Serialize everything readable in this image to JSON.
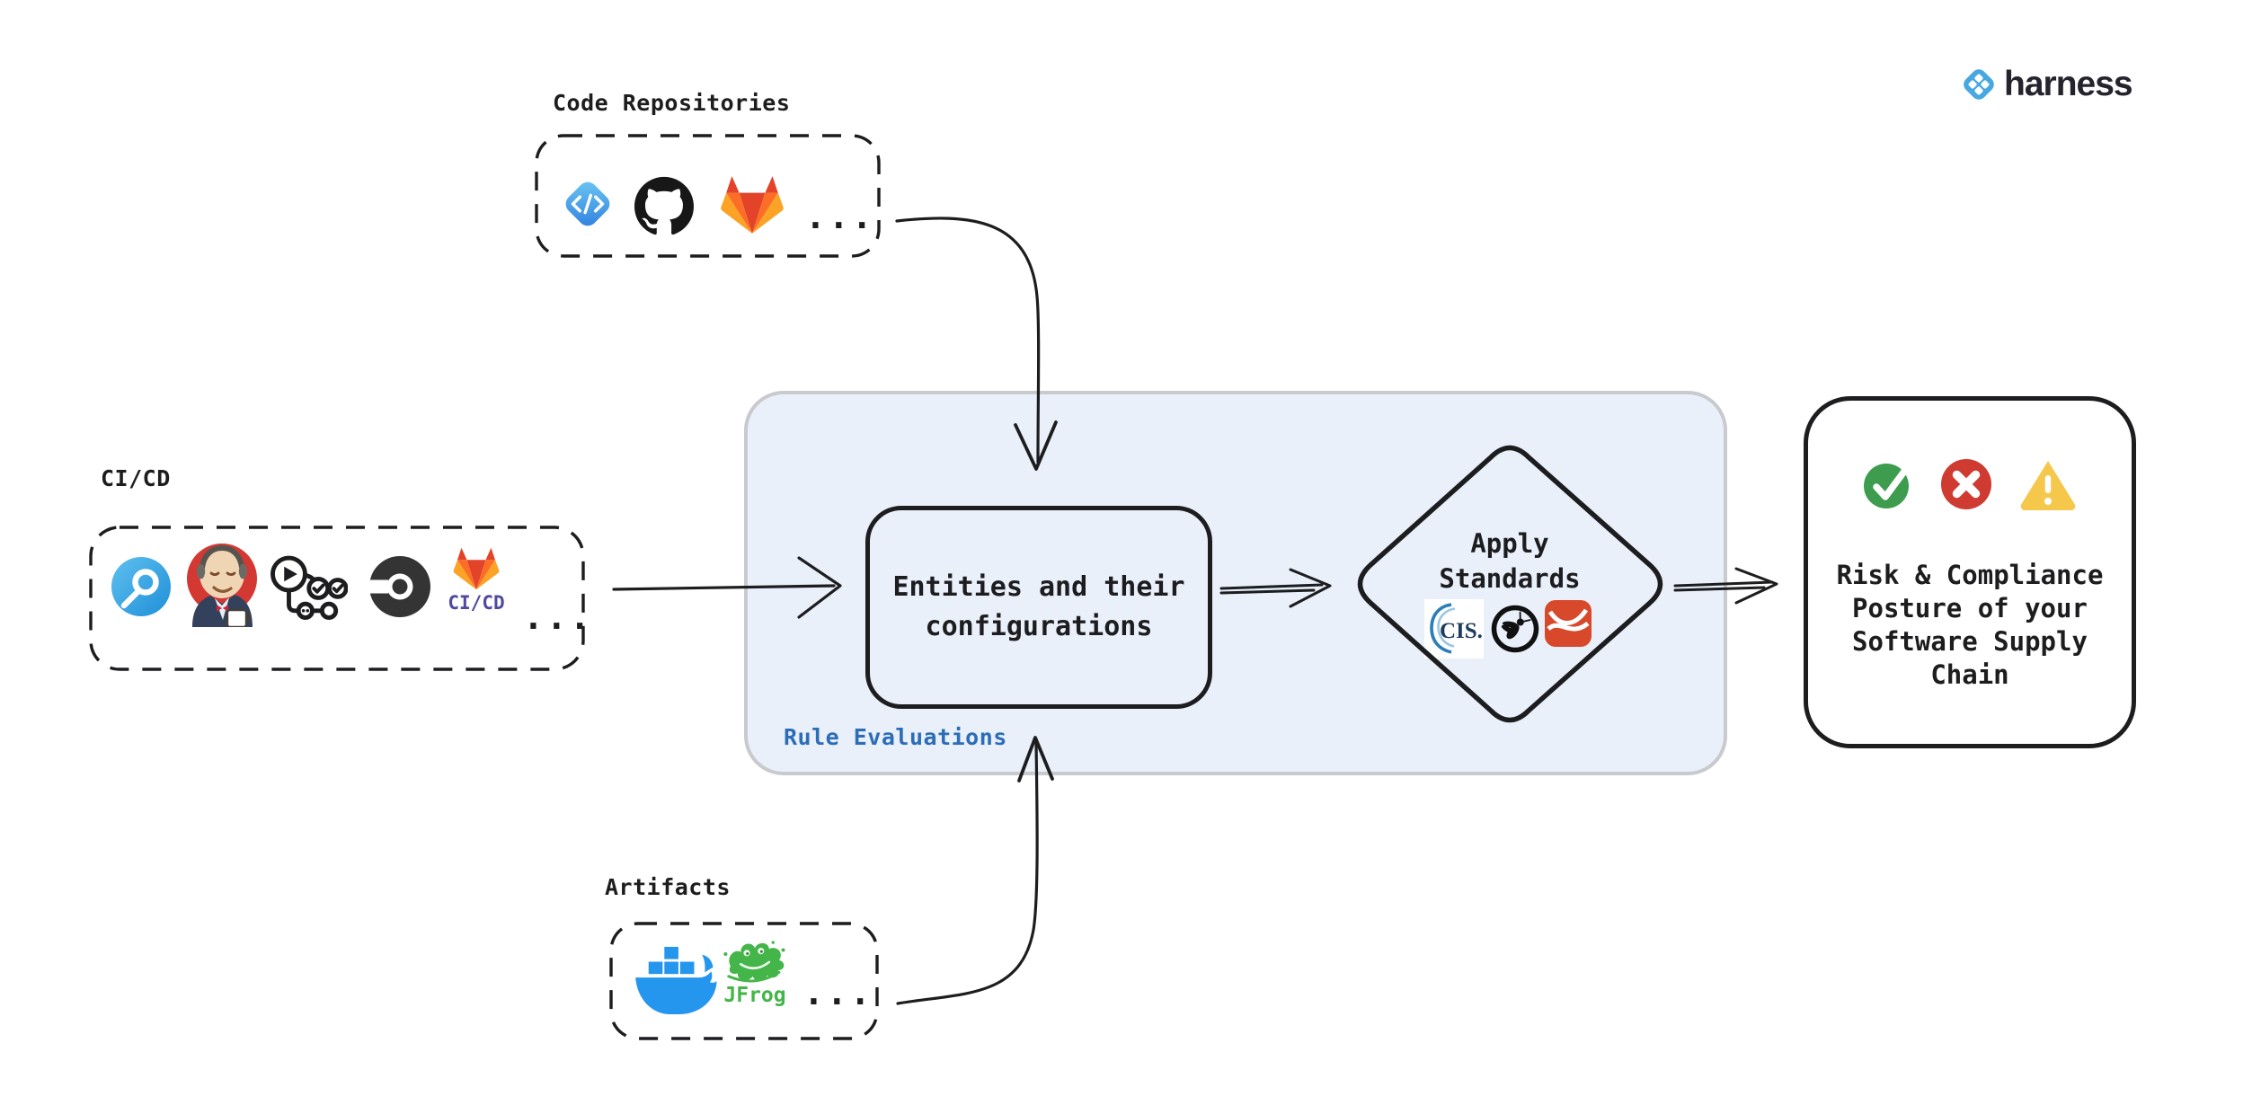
{
  "logo": {
    "brand": "harness",
    "mark": "harness-mark-icon"
  },
  "sources": {
    "code_repositories": {
      "label": "Code Repositories",
      "icons": [
        "harness-code-repo-icon",
        "github-icon",
        "gitlab-icon"
      ],
      "more": "..."
    },
    "cicd": {
      "label": "CI/CD",
      "icons": [
        "harness-ci-icon",
        "jenkins-icon",
        "github-actions-icon",
        "circleci-icon",
        "gitlab-cicd-icon"
      ],
      "gitlab_cicd_text": "CI/CD",
      "more": "..."
    },
    "artifacts": {
      "label": "Artifacts",
      "icons": [
        "docker-icon",
        "jfrog-icon"
      ],
      "jfrog_text": "JFrog",
      "more": "..."
    }
  },
  "rule_evaluations": {
    "label": "Rule Evaluations",
    "entities_box": {
      "text": "Entities and their\nconfigurations"
    },
    "apply_standards": {
      "text": "Apply\nStandards",
      "standards_icons": [
        "cis-icon",
        "owasp-icon",
        "orange-ribbon-standard-icon"
      ],
      "cis_text": "CIS."
    }
  },
  "output": {
    "text": "Risk & Compliance\nPosture of your\nSoftware Supply\nChain",
    "status_icons": [
      "success-check-icon",
      "failure-x-icon",
      "warning-triangle-icon"
    ]
  },
  "colors": {
    "ink": "#1d1d20",
    "panel_bg": "#e9f0fa",
    "panel_border": "#c9cacd",
    "rule_label_blue": "#2c6db7",
    "harness_blue": "#47a7e0",
    "success_green": "#3d9c4d",
    "failure_red": "#cf3a31",
    "warning_yellow": "#f5c84c",
    "gitlab_orange": "#e24329",
    "docker_blue": "#2496ed",
    "jfrog_green": "#44b549",
    "circleci_dark": "#343434",
    "jenkins_red": "#d33833",
    "orange_standard": "#d8482b"
  }
}
